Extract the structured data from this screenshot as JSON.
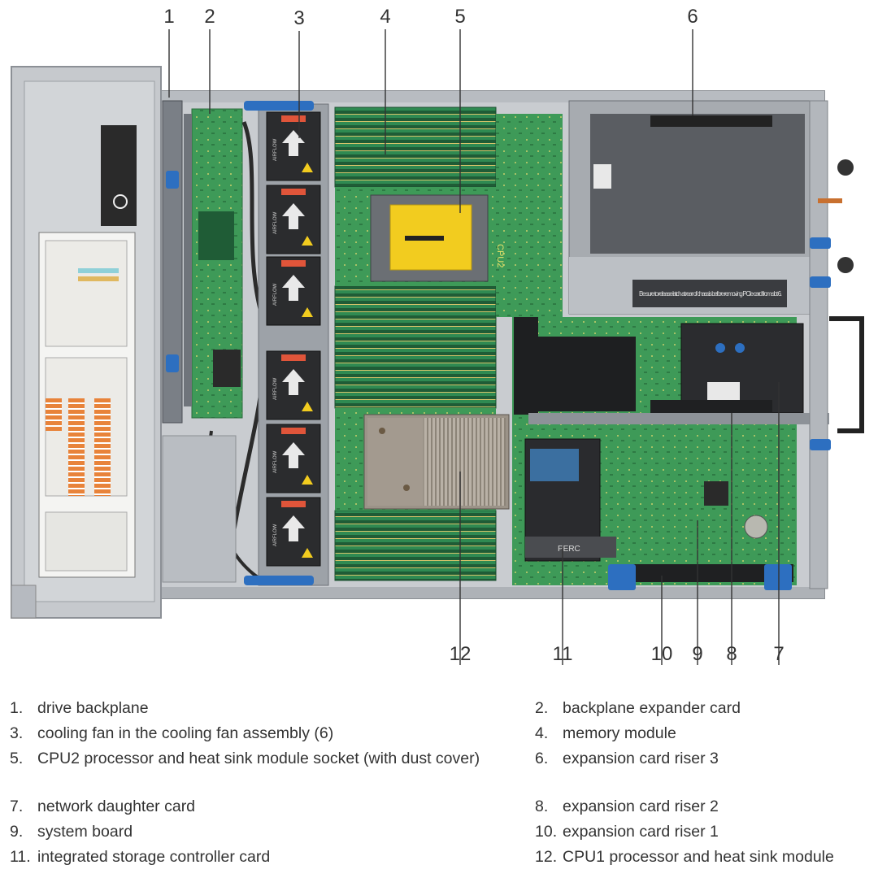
{
  "callouts": [
    "1",
    "2",
    "3",
    "4",
    "5",
    "6",
    "7",
    "8",
    "9",
    "10",
    "11",
    "12"
  ],
  "legend": [
    {
      "num": "1.",
      "text": "drive backplane"
    },
    {
      "num": "2.",
      "text": "backplane expander card"
    },
    {
      "num": "3.",
      "text": "cooling fan in the cooling fan assembly (6)"
    },
    {
      "num": "4.",
      "text": "memory module"
    },
    {
      "num": "5.",
      "text": "CPU2 processor and heat sink module socket (with dust cover)"
    },
    {
      "num": "6.",
      "text": "expansion card riser 3"
    },
    {
      "num": "7.",
      "text": "network daughter card"
    },
    {
      "num": "8.",
      "text": "expansion card riser 2"
    },
    {
      "num": "9.",
      "text": "system board"
    },
    {
      "num": "10.",
      "text": "expansion card riser 1"
    },
    {
      "num": "11.",
      "text": "integrated storage controller card"
    },
    {
      "num": "12.",
      "text": "CPU1 processor and heat sink module"
    }
  ],
  "labels": {
    "cpu2_marking": "CPU2",
    "perc": "PERC",
    "riser_note": "Be sure to release latch at rear of chassis before removing PCIe card from slot 6.",
    "fan_airflow": "AIRFLOW"
  }
}
